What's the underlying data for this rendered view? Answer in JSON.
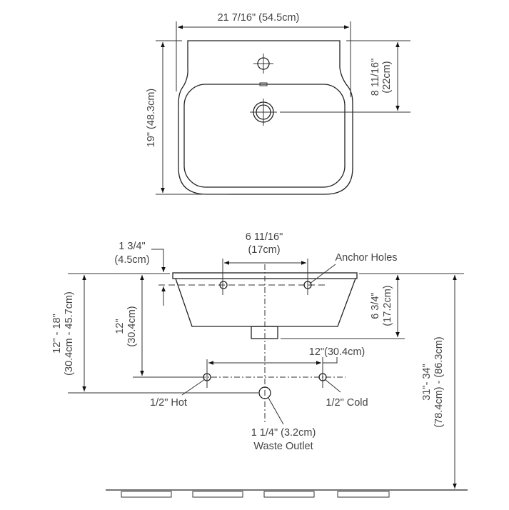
{
  "top_view": {
    "width_label": "21 7/16\" (54.5cm)",
    "depth_label": "19\" (48.3cm)",
    "drain_offset_label_1": "8 11/16\"",
    "drain_offset_label_2": "(22cm)"
  },
  "side_view": {
    "anchor_spacing_1": "6 11/16\"",
    "anchor_spacing_2": "(17cm)",
    "anchor_drop_1": "1 3/4\"",
    "anchor_drop_2": "(4.5cm)",
    "anchor_holes_label": "Anchor Holes",
    "supply_height_1": "12\"",
    "supply_height_2": "(30.4cm)",
    "basin_height_1": "6 3/4\"",
    "basin_height_2": "(17.2cm)",
    "supply_spacing": "12\"(30.4cm)",
    "hot_label": "1/2\" Hot",
    "cold_label": "1/2\" Cold",
    "waste_1": "1 1/4\" (3.2cm)",
    "waste_2": "Waste Outlet",
    "waste_height_1": "12\" - 18\"",
    "waste_height_2": "(30.4cm - 45.7cm)",
    "rim_height_1": "31\"- 34\"",
    "rim_height_2": "(78.4cm) - (86.3cm)"
  }
}
